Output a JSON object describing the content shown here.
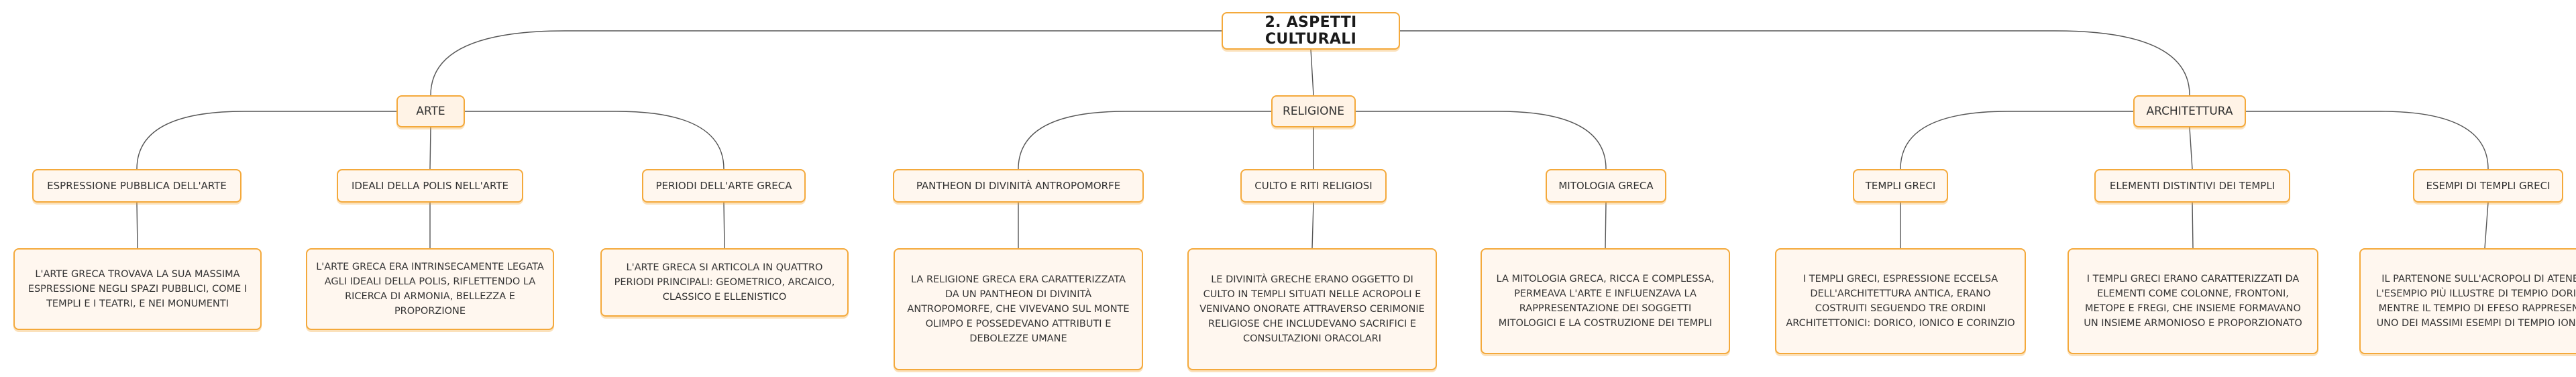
{
  "root": {
    "label": "2. ASPETTI CULTURALI"
  },
  "categories": [
    {
      "label": "ARTE",
      "topics": [
        {
          "label": "ESPRESSIONE PUBBLICA DELL'ARTE",
          "detail": "L'ARTE GRECA TROVAVA LA SUA MASSIMA ESPRESSIONE NEGLI SPAZI PUBBLICI, COME I TEMPLI E I TEATRI, E NEI MONUMENTI"
        },
        {
          "label": "IDEALI DELLA POLIS NELL'ARTE",
          "detail": "L'ARTE GRECA ERA INTRINSECAMENTE LEGATA AGLI IDEALI DELLA POLIS, RIFLETTENDO LA RICERCA DI ARMONIA, BELLEZZA E PROPORZIONE"
        },
        {
          "label": "PERIODI DELL'ARTE GRECA",
          "detail": "L'ARTE GRECA SI ARTICOLA IN QUATTRO PERIODI PRINCIPALI: GEOMETRICO, ARCAICO, CLASSICO E ELLENISTICO"
        }
      ]
    },
    {
      "label": "RELIGIONE",
      "topics": [
        {
          "label": "PANTHEON DI DIVINITÀ ANTROPOMORFE",
          "detail": "LA RELIGIONE GRECA ERA CARATTERIZZATA DA UN PANTHEON DI DIVINITÀ ANTROPOMORFE, CHE VIVEVANO SUL MONTE OLIMPO E POSSEDEVANO ATTRIBUTI E DEBOLEZZE UMANE"
        },
        {
          "label": "CULTO E RITI RELIGIOSI",
          "detail": "LE DIVINITÀ GRECHE ERANO OGGETTO DI CULTO IN TEMPLI SITUATI NELLE ACROPOLI E VENIVANO ONORATE ATTRAVERSO CERIMONIE RELIGIOSE CHE INCLUDEVANO SACRIFICI E CONSULTAZIONI ORACOLARI"
        },
        {
          "label": "MITOLOGIA GRECA",
          "detail": "LA MITOLOGIA GRECA, RICCA E COMPLESSA, PERMEAVA L'ARTE E INFLUENZAVA LA RAPPRESENTAZIONE DEI SOGGETTI MITOLOGICI E LA COSTRUZIONE DEI TEMPLI"
        }
      ]
    },
    {
      "label": "ARCHITETTURA",
      "topics": [
        {
          "label": "TEMPLI GRECI",
          "detail": "I TEMPLI GRECI, ESPRESSIONE ECCELSA DELL'ARCHITETTURA ANTICA, ERANO COSTRUITI SEGUENDO TRE ORDINI ARCHITETTONICI: DORICO, IONICO E CORINZIO"
        },
        {
          "label": "ELEMENTI DISTINTIVI DEI TEMPLI",
          "detail": "I TEMPLI GRECI ERANO CARATTERIZZATI DA ELEMENTI COME COLONNE, FRONTONI, METOPE E FREGI, CHE INSIEME FORMAVANO UN INSIEME ARMONIOSO E PROPORZIONATO"
        },
        {
          "label": "ESEMPI DI TEMPLI GRECI",
          "detail": "IL PARTENONE SULL'ACROPOLI DI ATENE È L'ESEMPIO PIÙ ILLUSTRE DI TEMPIO DORICO, MENTRE IL TEMPIO DI EFESO RAPPRESENTA UNO DEI MASSIMI ESEMPI DI TEMPIO IONICO"
        }
      ]
    }
  ]
}
